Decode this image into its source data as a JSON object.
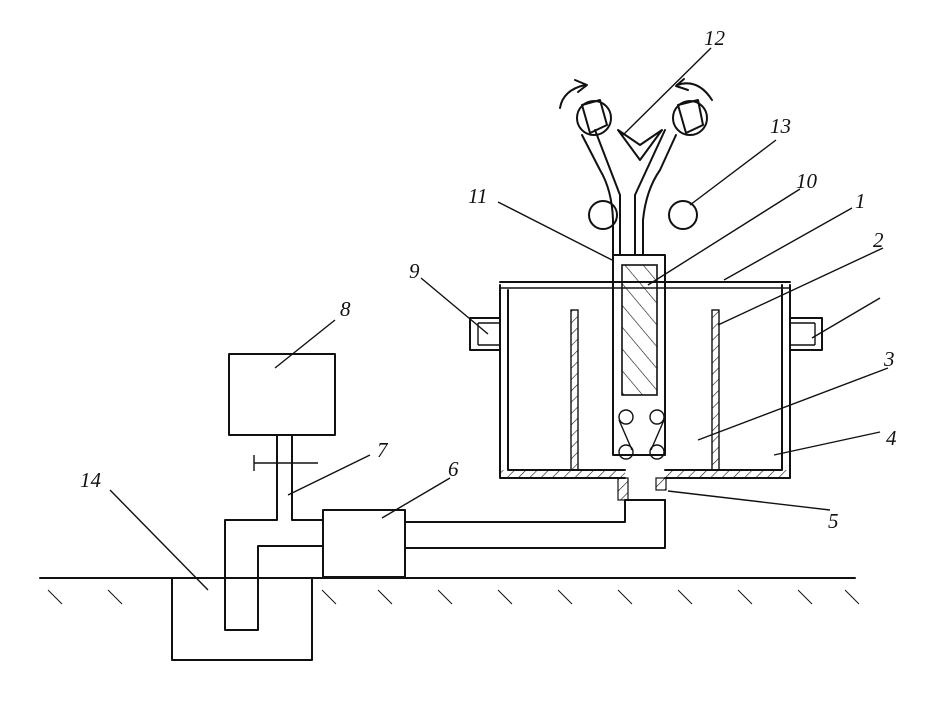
{
  "diagram": {
    "labels": {
      "l1": "1",
      "l2": "2",
      "l3": "3",
      "l4": "4",
      "l5": "5",
      "l6": "6",
      "l7": "7",
      "l8": "8",
      "l9": "9",
      "l10": "10",
      "l11": "11",
      "l12": "12",
      "l13": "13",
      "l14": "14"
    }
  }
}
